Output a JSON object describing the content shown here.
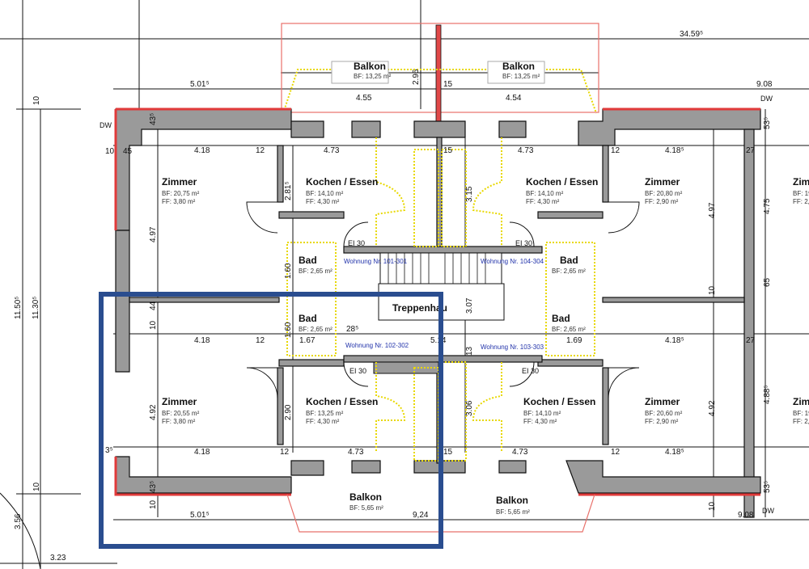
{
  "drawing": {
    "title": "Grundriss Regelgeschoss",
    "colors": {
      "wall": "#9a9a9a",
      "outer_line": "#e03a3a",
      "marker": "#2a4d8f",
      "kitchen": "#e8d800",
      "labels_blue": "#2233aa"
    }
  },
  "rooms": [
    {
      "name": "Zimmer",
      "bf": "BF: 20,75 m²",
      "ff": "FF: 3,80 m²"
    },
    {
      "name": "Kochen / Essen",
      "bf": "BF: 14,10 m²",
      "ff": "FF: 4,30 m²"
    },
    {
      "name": "Kochen / Essen",
      "bf": "BF: 14,10 m²",
      "ff": "FF: 4,30 m²"
    },
    {
      "name": "Zimmer",
      "bf": "BF: 20,80 m²",
      "ff": "FF: 2,90 m²"
    },
    {
      "name": "Zimm",
      "bf": "BF: 19",
      "ff": "FF: 2,"
    },
    {
      "name": "Zimmer",
      "bf": "BF: 20,55 m²",
      "ff": "FF: 3,80 m²"
    },
    {
      "name": "Kochen / Essen",
      "bf": "BF: 13,25 m²",
      "ff": "FF: 4,30 m²"
    },
    {
      "name": "Kochen / Essen",
      "bf": "BF: 14,10 m²",
      "ff": "FF: 4,30 m²"
    },
    {
      "name": "Zimmer",
      "bf": "BF: 20,60 m²",
      "ff": "FF: 2,90 m²"
    },
    {
      "name": "Zimm",
      "bf": "BF: 19",
      "ff": "FF: 2,"
    },
    {
      "name": "Bad",
      "bf": "BF: 2,65 m²"
    },
    {
      "name": "Bad",
      "bf": "BF: 2,65 m²"
    },
    {
      "name": "Bad",
      "bf": "BF: 2,65 m²"
    },
    {
      "name": "Bad",
      "bf": "BF: 2,65 m²"
    },
    {
      "name": "Balkon",
      "bf": "BF: 13,25 m²"
    },
    {
      "name": "Balkon",
      "bf": "BF: 13,25 m²"
    },
    {
      "name": "Balkon",
      "bf": "BF: 5,65 m²"
    },
    {
      "name": "Balkon",
      "bf": "BF: 5,65 m²"
    },
    {
      "name": "Treppenhau"
    }
  ],
  "apartments": [
    "Wohnung Nr. 101-301",
    "Wohnung Nr. 104-304",
    "Wohnung Nr. 102-302",
    "Wohnung Nr. 103-303"
  ],
  "fire_rating": "EI 30",
  "wall_type": "DW",
  "dimensions": {
    "overall": "34.59⁵",
    "top_left": "5.01⁵",
    "top_right": "9.08",
    "bottom_left": "5.01⁵",
    "bottom_mid": "9,24",
    "bottom_right": "9.08",
    "height_outer": "11.50⁵",
    "height_inner": "11.30⁵",
    "site_1": "3.56",
    "site_2": "3.23",
    "balcony_depth": "2.95",
    "balcony_left": "4.55",
    "balcony_right": "4.54",
    "w_418": "4.18",
    "w_4185": "4.18⁵",
    "w_473": "4.73",
    "w_12": "12",
    "w_15": "15",
    "w_27": "27",
    "h_497": "4.97",
    "h_492": "4.92",
    "h_475": "4.75",
    "h_4885": "4.88⁵",
    "h_2815": "2.81⁵",
    "h_290": "2.90",
    "h_315": "3.15",
    "h_306": "3.06",
    "h_307": "3.07",
    "h_160": "1.60",
    "w_167": "1.67",
    "w_169": "1.69",
    "w_285": "28⁵",
    "w_514": "5.14",
    "h_435": "43⁵",
    "h_10": "10",
    "h_44": "44",
    "h_65": "65",
    "h_535": "53⁵",
    "h_13": "13",
    "w_10": "10",
    "w_45": "45",
    "w_35": "3⁵"
  }
}
